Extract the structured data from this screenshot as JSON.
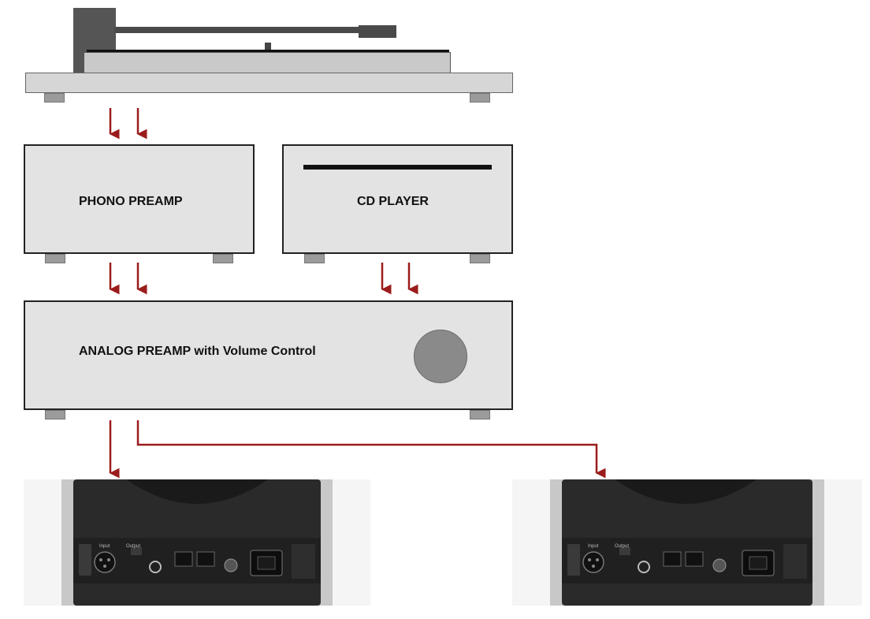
{
  "components": {
    "phono_preamp": {
      "label": "PHONO PREAMP"
    },
    "cd_player": {
      "label": "CD PLAYER"
    },
    "analog_preamp": {
      "label": "ANALOG PREAMP with Volume Control"
    }
  },
  "colors": {
    "arrow": "#9b1c1c",
    "box_fill": "#e3e3e3",
    "box_border": "#222222",
    "speaker_body": "#2a2a2a"
  },
  "speaker_panel": {
    "input_label": "Input",
    "output_label": "Output"
  }
}
